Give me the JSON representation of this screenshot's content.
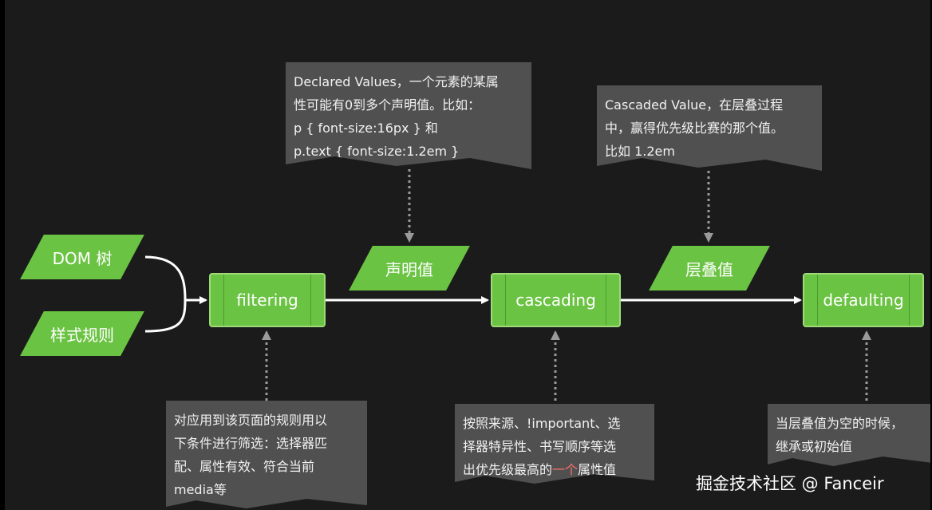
{
  "inputs": {
    "dom_tree": "DOM 树",
    "style_rules": "样式规则"
  },
  "steps": {
    "filtering": "filtering",
    "cascading": "cascading",
    "defaulting": "defaulting"
  },
  "values": {
    "declared": "声明值",
    "cascaded": "层叠值"
  },
  "notes": {
    "declared_values": "Declared Values，一个元素的某属\n性可能有0到多个声明值。比如：\np { font-size:16px } 和\np.text { font-size:1.2em }",
    "cascaded_value": "Cascaded Value，在层叠过程\n中，赢得优先级比赛的那个值。\n比如 1.2em",
    "filtering": "对应用到该页面的规则用以\n下条件进行筛选：选择器匹\n配、属性有效、符合当前\nmedia等",
    "cascading_before": "按照来源、!important、选\n择器特异性、书写顺序等选\n出优先级最高的",
    "cascading_highlight": "一个",
    "cascading_after": "属性值",
    "defaulting": "当层叠值为空的时候，\n继承或初始值"
  },
  "watermark": "掘金技术社区 @ Fanceir",
  "colors": {
    "green_fill": "#6bc343",
    "note_fill": "#505050",
    "background": "#1b1b1b",
    "highlight": "#ff6f6f"
  }
}
